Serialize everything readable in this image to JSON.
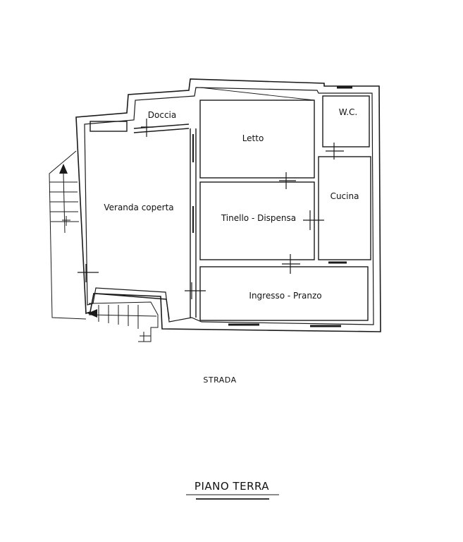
{
  "rooms": {
    "doccia": "Doccia",
    "letto": "Letto",
    "wc": "W.C.",
    "veranda": "Veranda coperta",
    "tinello": "Tinello - Dispensa",
    "cucina": "Cucina",
    "ingresso": "Ingresso - Pranzo"
  },
  "street": "STRADA",
  "title": "PIANO TERRA",
  "colors": {
    "wall": "#1a1a1a",
    "paper": "#ffffff"
  }
}
